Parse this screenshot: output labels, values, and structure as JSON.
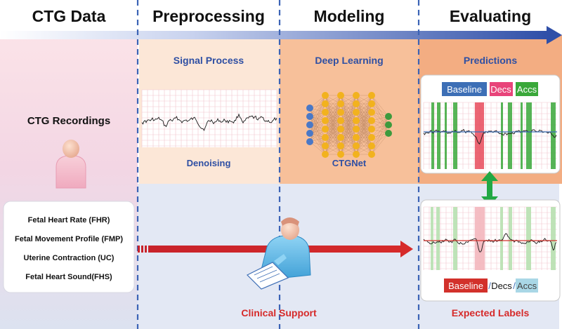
{
  "headers": {
    "ctg_data": "CTG Data",
    "preprocessing": "Preprocessing",
    "modeling": "Modeling",
    "evaluating": "Evaluating"
  },
  "left": {
    "recordings_label": "CTG Recordings",
    "signals": [
      "Fetal Heart Rate (FHR)",
      "Fetal Movement Profile (FMP)",
      "Uterine Contraction (UC)",
      "Fetal Heart Sound(FHS)"
    ]
  },
  "preprocessing": {
    "title": "Signal Process",
    "caption": "Denoising"
  },
  "modeling": {
    "title": "Deep Learning",
    "caption": "CTGNet"
  },
  "evaluating": {
    "predictions_title": "Predictions",
    "legend_top": {
      "baseline": "Baseline",
      "sep1": "/",
      "decs": "Decs",
      "sep2": "/",
      "accs": "Accs"
    },
    "legend_bottom": {
      "baseline": "Baseline",
      "sep1": "/",
      "decs": "Decs",
      "sep2": "/",
      "accs": "Accs"
    },
    "expected_title": "Expected Labels"
  },
  "clinical_support": "Clinical Support",
  "colors": {
    "title_blue": "#2e4fa3",
    "clinical_red": "#d62a2a",
    "arrow_blue": "#2f4fa8",
    "arrow_red": "#c8222a",
    "double_arrow": "#22a844",
    "baseline_blue": "#3d6fb6",
    "decs_pink": "#e8447a",
    "accs_green": "#3aa83a",
    "baseline_red": "#d2312b",
    "accs_light": "#a9d7e6"
  }
}
